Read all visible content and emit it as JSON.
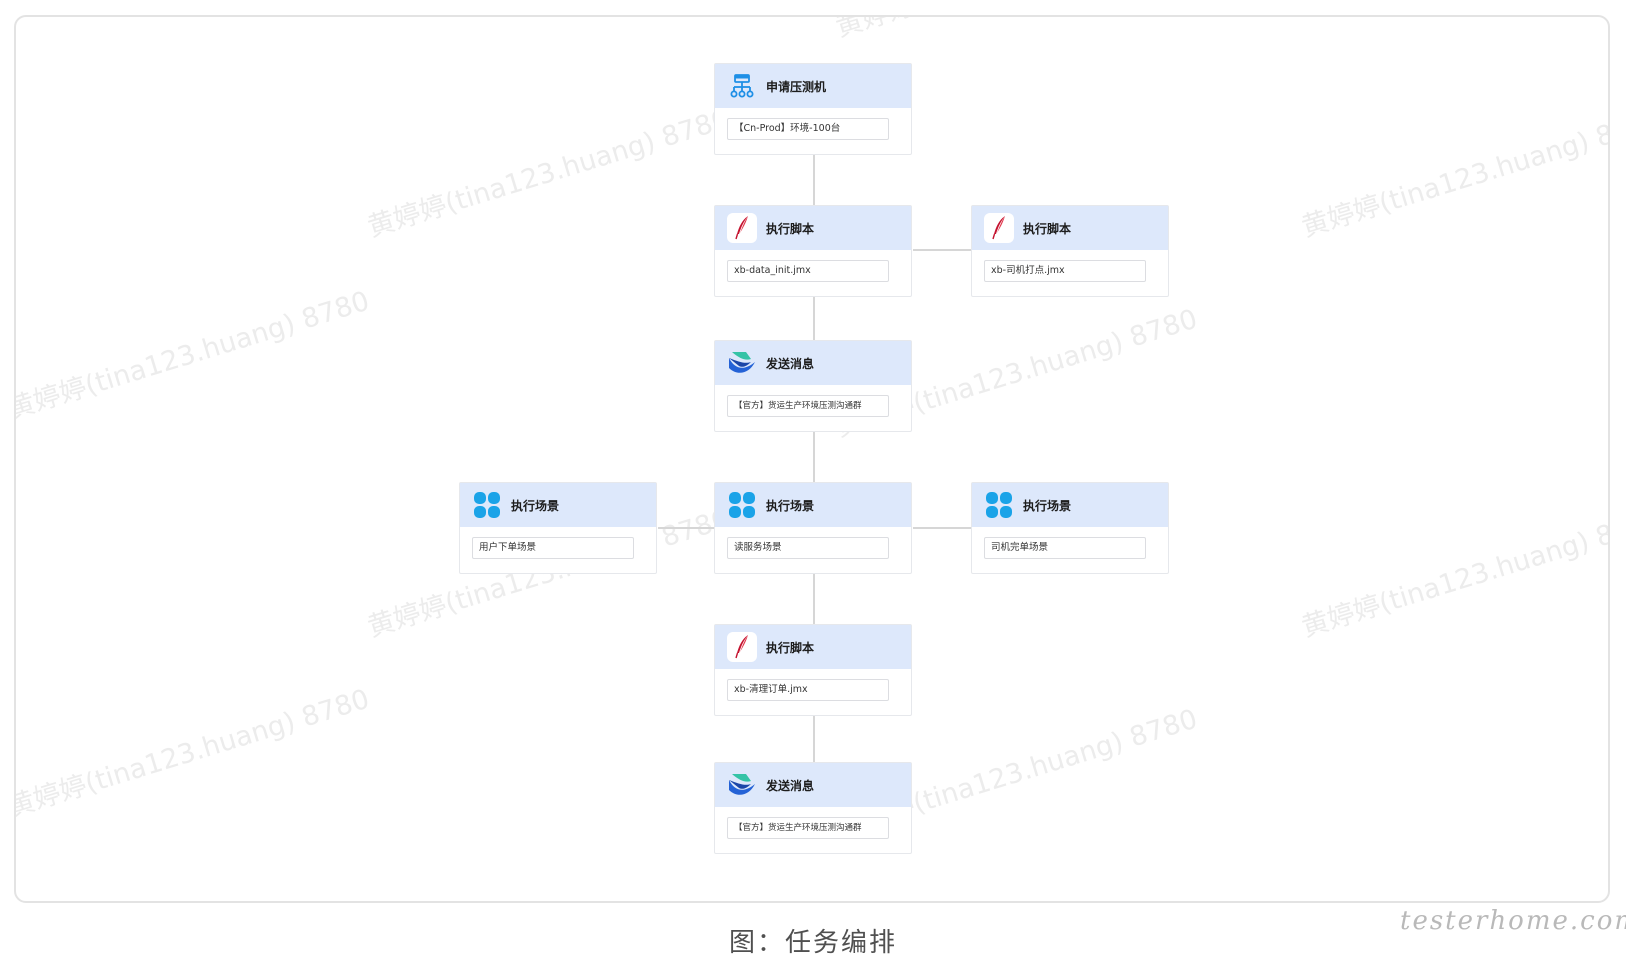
{
  "watermark": "黄婷婷(tina123.huang) 8780",
  "caption": "图：任务编排",
  "brand": "testerhome.com",
  "colors": {
    "header_bg": "#dde8fb",
    "connector": "#d6d6d6",
    "script_icon": "#c4122f",
    "scene_icon": "#1aa3e8",
    "message_icon_blue": "#2462d6",
    "message_icon_teal": "#34c3a6",
    "flow_icon": "#1e8fe6"
  },
  "nodes": {
    "apply_machine": {
      "icon": "flow-icon",
      "title": "申请压测机",
      "field": "【Cn-Prod】环境-100台"
    },
    "script_1": {
      "icon": "feather-icon",
      "title": "执行脚本",
      "field": "xb-data_init.jmx"
    },
    "script_2": {
      "icon": "feather-icon",
      "title": "执行脚本",
      "field": "xb-司机打点.jmx"
    },
    "message_1": {
      "icon": "message-icon",
      "title": "发送消息",
      "field": "【官方】货运生产环境压测沟通群"
    },
    "scene_left": {
      "icon": "clover-icon",
      "title": "执行场景",
      "field": "用户下单场景"
    },
    "scene_center": {
      "icon": "clover-icon",
      "title": "执行场景",
      "field": "读服务场景"
    },
    "scene_right": {
      "icon": "clover-icon",
      "title": "执行场景",
      "field": "司机完单场景"
    },
    "script_3": {
      "icon": "feather-icon",
      "title": "执行脚本",
      "field": "xb-清理订单.jmx"
    },
    "message_2": {
      "icon": "message-icon",
      "title": "发送消息",
      "field": "【官方】货运生产环境压测沟通群"
    }
  }
}
